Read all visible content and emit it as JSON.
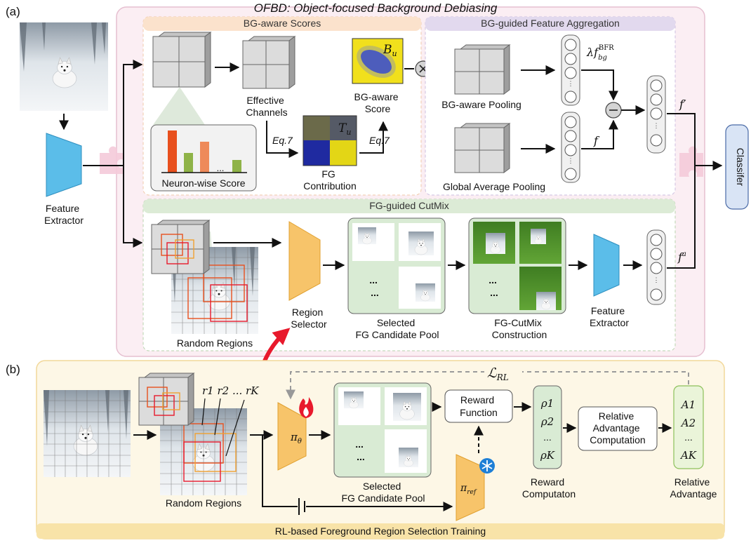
{
  "panel_a": {
    "tag": "(a)",
    "title": "OFBD: Object-focused Background Debiasing",
    "feature_extractor": "Feature\nExtractor",
    "bg_scores": {
      "header": "BG-aware Scores",
      "effective_channels": "Effective\nChannels",
      "neuron_score": "Neuron-wise Score",
      "eq_left": "Eq.7",
      "eq_right": "Eq.7",
      "fg_contribution": "FG\nContribution",
      "bg_aware_score": "BG-aware\nScore",
      "t_label": "T",
      "t_sub": "u",
      "b_label": "B",
      "b_sub": "u",
      "ellipsis": "..."
    },
    "bg_agg": {
      "header": "BG-guided Feature Aggregation",
      "bg_pooling": "BG-aware Pooling",
      "gap": "Global Average Pooling",
      "lambda_label": "λf",
      "lambda_sup": "BFR",
      "lambda_sub": "bg",
      "f_label": "f",
      "f_prime": "f′"
    },
    "cutmix": {
      "header": "FG-guided CutMix",
      "random_regions": "Random Regions",
      "region_selector": "Region\nSelector",
      "selected_pool": "Selected\nFG Candidate Pool",
      "construction": "FG-CutMix\nConstruction",
      "feature_extractor": "Feature\nExtractor",
      "fa_label": "f",
      "fa_sup": "a",
      "dots": "...\n..."
    },
    "classifier": "Classifer"
  },
  "panel_b": {
    "tag": "(b)",
    "random_regions": "Random Regions",
    "r_labels": "r1 r2 ... rK",
    "pi_theta": "π",
    "pi_theta_sub": "θ",
    "pi_ref": "π",
    "pi_ref_sub": "ref",
    "selected_pool": "Selected\nFG Candidate Pool",
    "reward_function": "Reward\nFunction",
    "rhos": [
      "ρ1",
      "ρ2",
      "...",
      "ρK"
    ],
    "reward_computation": "Reward\nComputaton",
    "relative_adv_comp": "Relative\nAdvantage\nComputation",
    "advs": [
      "A1",
      "A2",
      "...",
      "AK"
    ],
    "relative_advantage": "Relative\nAdvantage",
    "loss": "ℒ",
    "loss_sub": "RL",
    "footer": "RL-based Foreground Region Selection Training",
    "dots": "...\n..."
  },
  "colors": {
    "panel_a_bg": "#fbeef3",
    "panel_a_border": "#e6bfd0",
    "bg_scores_header": "#fbe2cc",
    "bg_agg_header": "#e2d9ee",
    "cutmix_header": "#dcebd6",
    "panel_b_bg": "#fdf7e6",
    "panel_b_border": "#f2d89a",
    "footer_bg": "#f8e3a8",
    "trapezoid_blue": "#5bbde9",
    "trapezoid_orange": "#f7c46a",
    "pool_green": "#d9ebd4",
    "classifier_fill": "#d9e4f5",
    "red_arrow": "#e8192c"
  }
}
